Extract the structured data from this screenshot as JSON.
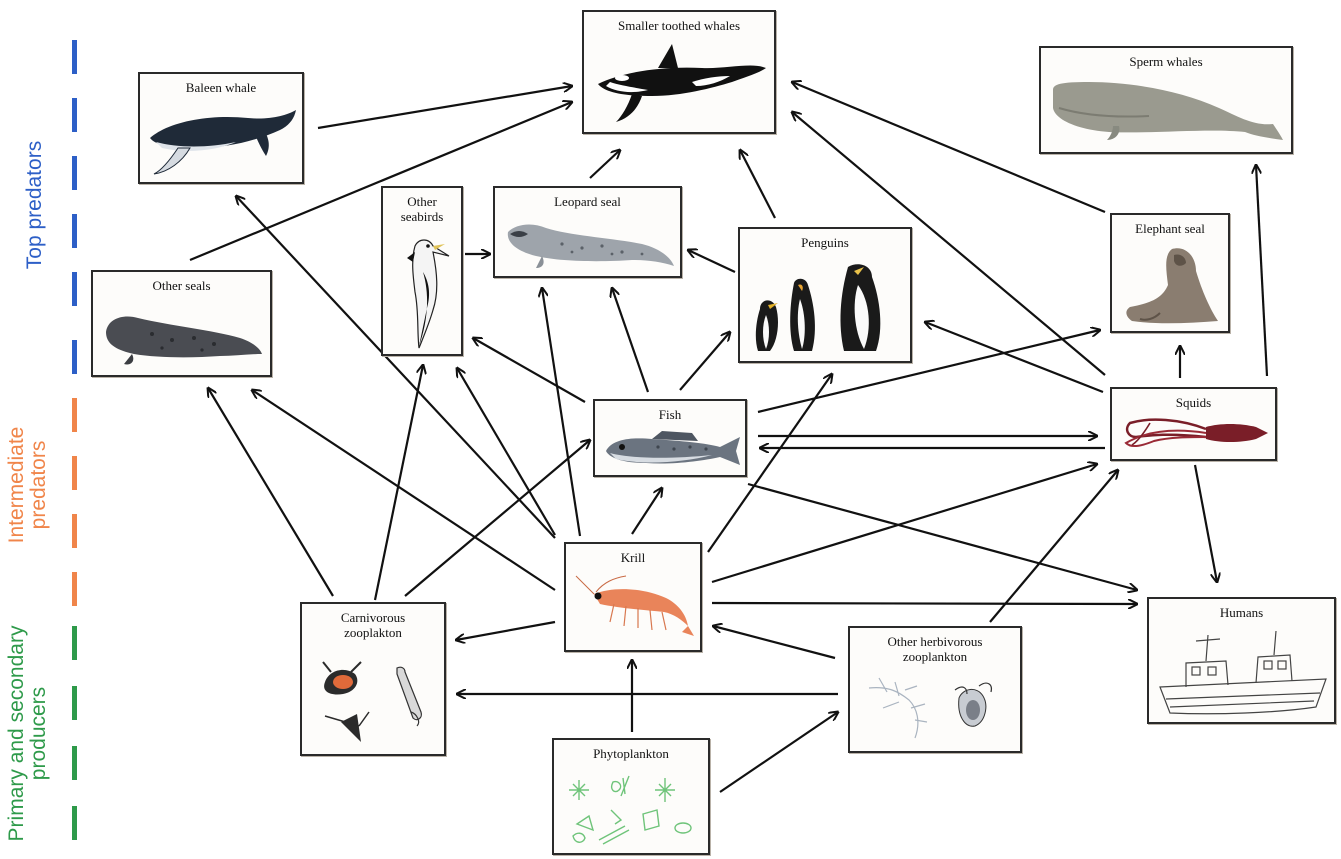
{
  "bands": {
    "top": {
      "label": "Top predators",
      "color": "#2d5fc7"
    },
    "intermediate": {
      "label": "Intermediate\npredators",
      "color": "#f0854a"
    },
    "producers": {
      "label": "Primary and secondary\nproducers",
      "color": "#2e9a4a"
    }
  },
  "nodes": {
    "smaller_toothed_whales": "Smaller toothed whales",
    "sperm_whales": "Sperm whales",
    "baleen_whale": "Baleen whale",
    "other_seabirds": "Other\nseabirds",
    "leopard_seal": "Leopard seal",
    "penguins": "Penguins",
    "elephant_seal": "Elephant seal",
    "other_seals": "Other seals",
    "fish": "Fish",
    "squids": "Squids",
    "krill": "Krill",
    "carnivorous_zooplankton": "Carnivorous\nzooplakton",
    "other_herbivorous_zooplankton": "Other herbivorous\nzooplankton",
    "humans": "Humans",
    "phytoplankton": "Phytoplankton"
  },
  "icons": {
    "smaller_toothed_whales": "orca-icon",
    "sperm_whales": "sperm-whale-icon",
    "baleen_whale": "humpback-whale-icon",
    "other_seabirds": "seabird-icon",
    "leopard_seal": "leopard-seal-icon",
    "penguins": "penguins-icon",
    "elephant_seal": "elephant-seal-icon",
    "other_seals": "seal-icon",
    "fish": "fish-icon",
    "squids": "squid-icon",
    "krill": "krill-icon",
    "carnivorous_zooplankton": "zooplankton-icon",
    "other_herbivorous_zooplankton": "herbivorous-zooplankton-icon",
    "humans": "fishing-ship-icon",
    "phytoplankton": "phytoplankton-icon"
  },
  "colors": {
    "line": "#111111",
    "box_border": "#2a2a2a"
  }
}
